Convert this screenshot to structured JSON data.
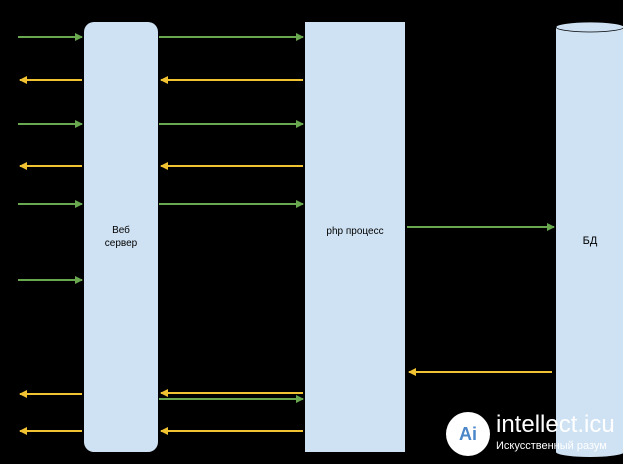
{
  "nodes": {
    "web_server": {
      "line1": "Веб",
      "line2": "сервер"
    },
    "php_process": {
      "label": "php процесс"
    },
    "database": {
      "label": "БД"
    }
  },
  "watermark": {
    "logo": "Ai",
    "name": "intellect.icu",
    "subtitle": "Искусственный разум"
  },
  "colors": {
    "background": "#000000",
    "box_fill": "#cfe2f3",
    "request_arrow": "#6aa84f",
    "response_arrow": "#f1c232"
  }
}
